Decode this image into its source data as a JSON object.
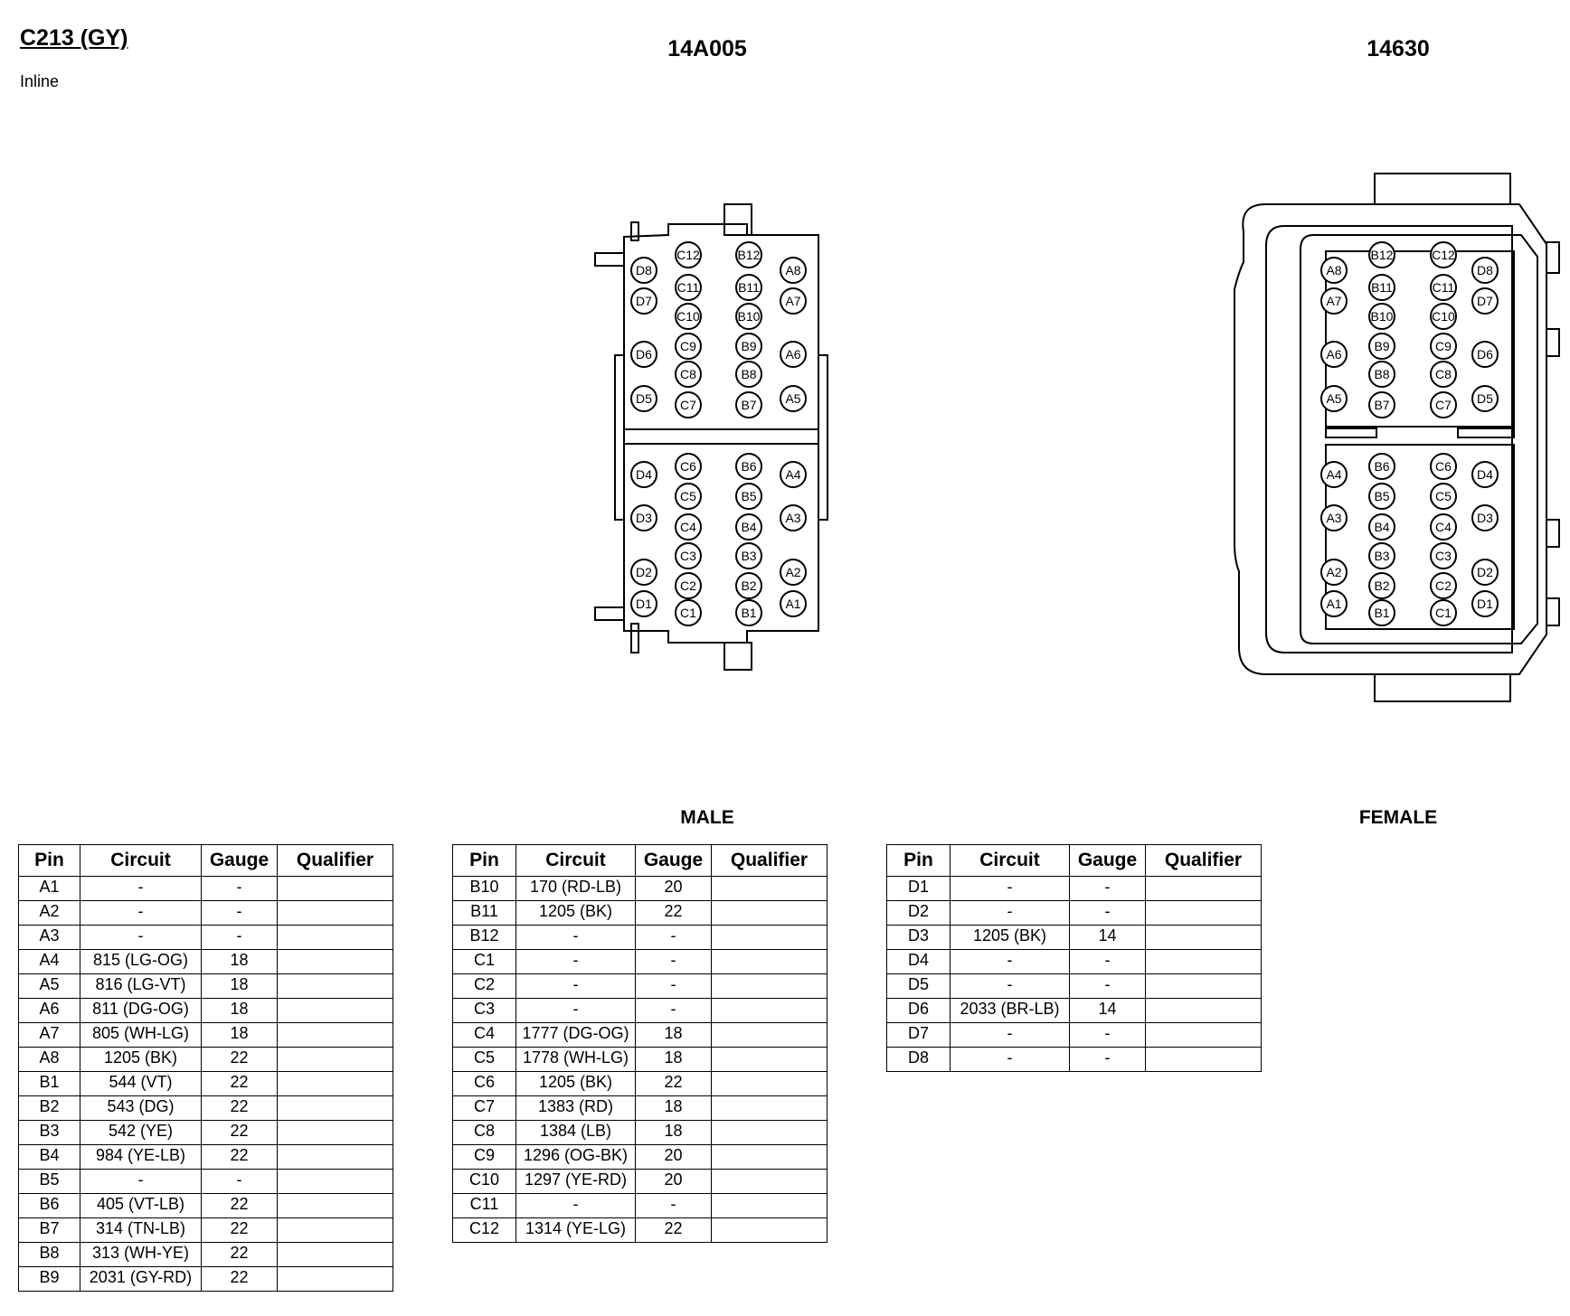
{
  "connector": {
    "id": "C213 (GY)",
    "type": "Inline"
  },
  "parts": {
    "male": "14A005",
    "female": "14630"
  },
  "labels": {
    "male": "MALE",
    "female": "FEMALE"
  },
  "table_headers": {
    "pin": "Pin",
    "circuit": "Circuit",
    "gauge": "Gauge",
    "qualifier": "Qualifier"
  },
  "tables": [
    {
      "rows": [
        {
          "pin": "A1",
          "circuit": "-",
          "gauge": "-",
          "qualifier": ""
        },
        {
          "pin": "A2",
          "circuit": "-",
          "gauge": "-",
          "qualifier": ""
        },
        {
          "pin": "A3",
          "circuit": "-",
          "gauge": "-",
          "qualifier": ""
        },
        {
          "pin": "A4",
          "circuit": "815 (LG-OG)",
          "gauge": "18",
          "qualifier": ""
        },
        {
          "pin": "A5",
          "circuit": "816 (LG-VT)",
          "gauge": "18",
          "qualifier": ""
        },
        {
          "pin": "A6",
          "circuit": "811 (DG-OG)",
          "gauge": "18",
          "qualifier": ""
        },
        {
          "pin": "A7",
          "circuit": "805 (WH-LG)",
          "gauge": "18",
          "qualifier": ""
        },
        {
          "pin": "A8",
          "circuit": "1205 (BK)",
          "gauge": "22",
          "qualifier": ""
        },
        {
          "pin": "B1",
          "circuit": "544 (VT)",
          "gauge": "22",
          "qualifier": ""
        },
        {
          "pin": "B2",
          "circuit": "543 (DG)",
          "gauge": "22",
          "qualifier": ""
        },
        {
          "pin": "B3",
          "circuit": "542 (YE)",
          "gauge": "22",
          "qualifier": ""
        },
        {
          "pin": "B4",
          "circuit": "984 (YE-LB)",
          "gauge": "22",
          "qualifier": ""
        },
        {
          "pin": "B5",
          "circuit": "-",
          "gauge": "-",
          "qualifier": ""
        },
        {
          "pin": "B6",
          "circuit": "405 (VT-LB)",
          "gauge": "22",
          "qualifier": ""
        },
        {
          "pin": "B7",
          "circuit": "314 (TN-LB)",
          "gauge": "22",
          "qualifier": ""
        },
        {
          "pin": "B8",
          "circuit": "313 (WH-YE)",
          "gauge": "22",
          "qualifier": ""
        },
        {
          "pin": "B9",
          "circuit": "2031 (GY-RD)",
          "gauge": "22",
          "qualifier": ""
        }
      ]
    },
    {
      "rows": [
        {
          "pin": "B10",
          "circuit": "170 (RD-LB)",
          "gauge": "20",
          "qualifier": ""
        },
        {
          "pin": "B11",
          "circuit": "1205 (BK)",
          "gauge": "22",
          "qualifier": ""
        },
        {
          "pin": "B12",
          "circuit": "-",
          "gauge": "-",
          "qualifier": ""
        },
        {
          "pin": "C1",
          "circuit": "-",
          "gauge": "-",
          "qualifier": ""
        },
        {
          "pin": "C2",
          "circuit": "-",
          "gauge": "-",
          "qualifier": ""
        },
        {
          "pin": "C3",
          "circuit": "-",
          "gauge": "-",
          "qualifier": ""
        },
        {
          "pin": "C4",
          "circuit": "1777 (DG-OG)",
          "gauge": "18",
          "qualifier": ""
        },
        {
          "pin": "C5",
          "circuit": "1778 (WH-LG)",
          "gauge": "18",
          "qualifier": ""
        },
        {
          "pin": "C6",
          "circuit": "1205 (BK)",
          "gauge": "22",
          "qualifier": ""
        },
        {
          "pin": "C7",
          "circuit": "1383 (RD)",
          "gauge": "18",
          "qualifier": ""
        },
        {
          "pin": "C8",
          "circuit": "1384 (LB)",
          "gauge": "18",
          "qualifier": ""
        },
        {
          "pin": "C9",
          "circuit": "1296 (OG-BK)",
          "gauge": "20",
          "qualifier": ""
        },
        {
          "pin": "C10",
          "circuit": "1297 (YE-RD)",
          "gauge": "20",
          "qualifier": ""
        },
        {
          "pin": "C11",
          "circuit": "-",
          "gauge": "-",
          "qualifier": ""
        },
        {
          "pin": "C12",
          "circuit": "1314 (YE-LG)",
          "gauge": "22",
          "qualifier": ""
        }
      ]
    },
    {
      "rows": [
        {
          "pin": "D1",
          "circuit": "-",
          "gauge": "-",
          "qualifier": ""
        },
        {
          "pin": "D2",
          "circuit": "-",
          "gauge": "-",
          "qualifier": ""
        },
        {
          "pin": "D3",
          "circuit": "1205 (BK)",
          "gauge": "14",
          "qualifier": ""
        },
        {
          "pin": "D4",
          "circuit": "-",
          "gauge": "-",
          "qualifier": ""
        },
        {
          "pin": "D5",
          "circuit": "-",
          "gauge": "-",
          "qualifier": ""
        },
        {
          "pin": "D6",
          "circuit": "2033 (BR-LB)",
          "gauge": "14",
          "qualifier": ""
        },
        {
          "pin": "D7",
          "circuit": "-",
          "gauge": "-",
          "qualifier": ""
        },
        {
          "pin": "D8",
          "circuit": "-",
          "gauge": "-",
          "qualifier": ""
        }
      ]
    }
  ],
  "face_pins": {
    "D": [
      "D1",
      "D2",
      "D3",
      "D4",
      "D5",
      "D6",
      "D7",
      "D8"
    ],
    "C": [
      "C1",
      "C2",
      "C3",
      "C4",
      "C5",
      "C6",
      "C7",
      "C8",
      "C9",
      "C10",
      "C11",
      "C12"
    ],
    "B": [
      "B1",
      "B2",
      "B3",
      "B4",
      "B5",
      "B6",
      "B7",
      "B8",
      "B9",
      "B10",
      "B11",
      "B12"
    ],
    "A": [
      "A1",
      "A2",
      "A3",
      "A4",
      "A5",
      "A6",
      "A7",
      "A8"
    ]
  }
}
